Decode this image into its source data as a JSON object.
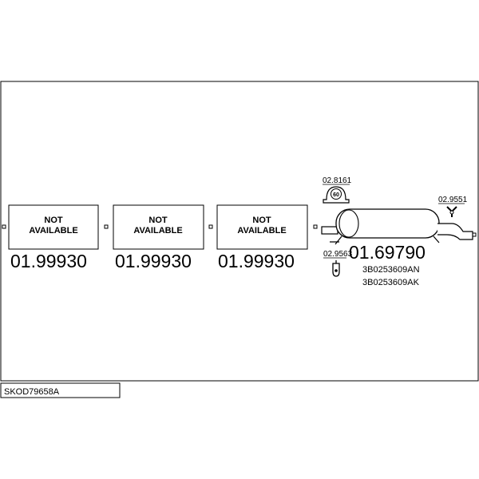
{
  "diagram": {
    "code": "SKOD79658A",
    "boxes": [
      {
        "line1": "NOT",
        "line2": "AVAILABLE",
        "part": "01.99930"
      },
      {
        "line1": "NOT",
        "line2": "AVAILABLE",
        "part": "01.99930"
      },
      {
        "line1": "NOT",
        "line2": "AVAILABLE",
        "part": "01.99930"
      }
    ],
    "muffler": {
      "part": "01.69790",
      "oem": [
        "3B0253609AN",
        "3B0253609AK"
      ]
    },
    "accessories": {
      "clamp": {
        "ref": "02.8161",
        "badge": "60"
      },
      "hanger_left": {
        "ref": "02.9563"
      },
      "hanger_right": {
        "ref": "02.9551"
      }
    }
  }
}
